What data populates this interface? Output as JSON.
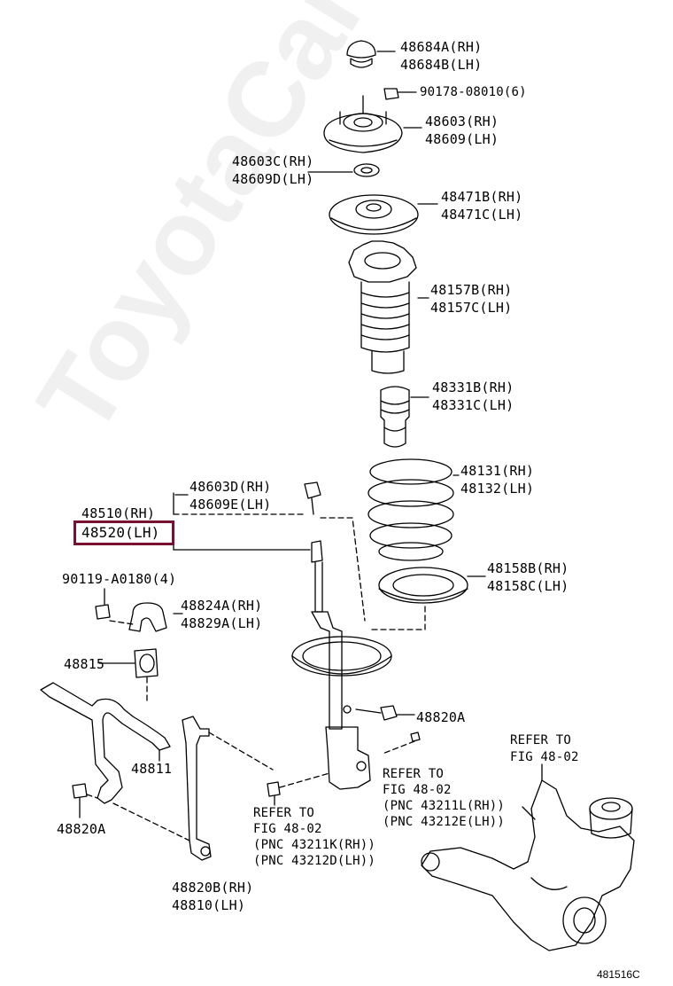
{
  "parts": {
    "p48684": [
      "48684A(RH)",
      "48684B(LH)"
    ],
    "p90178": "90178-08010(6)",
    "p48603": [
      "48603(RH)",
      "48609(LH)"
    ],
    "p48603c": [
      "48603C(RH)",
      "48609D(LH)"
    ],
    "p48471": [
      "48471B(RH)",
      "48471C(LH)"
    ],
    "p48157": [
      "48157B(RH)",
      "48157C(LH)"
    ],
    "p48331": [
      "48331B(RH)",
      "48331C(LH)"
    ],
    "p48131": [
      "48131(RH)",
      "48132(LH)"
    ],
    "p48603d": [
      "48603D(RH)",
      "48609E(LH)"
    ],
    "p48510": [
      "48510(RH)",
      "48520(LH)"
    ],
    "p48158": [
      "48158B(RH)",
      "48158C(LH)"
    ],
    "p90119": "90119-A0180(4)",
    "p48824": [
      "48824A(RH)",
      "48829A(LH)"
    ],
    "p48815": "48815",
    "p48820a_right": "48820A",
    "p48811": "48811",
    "p48820a_left": "48820A",
    "p48820b": [
      "48820B(RH)",
      "48810(LH)"
    ]
  },
  "refs": {
    "knuckle": [
      "REFER TO",
      "FIG 48-02"
    ],
    "mid": [
      "REFER TO",
      "FIG 48-02",
      "(PNC 43211L(RH))",
      "(PNC 43212E(LH))"
    ],
    "bottom": [
      "REFER TO",
      "FIG 48-02",
      "(PNC 43211K(RH))",
      "(PNC 43212D(LH))"
    ]
  },
  "highlight": {
    "part": "48520(LH)",
    "color": "#7a1030"
  },
  "figure_code": "481516C",
  "watermark": "ToyotaCarMine.ru"
}
